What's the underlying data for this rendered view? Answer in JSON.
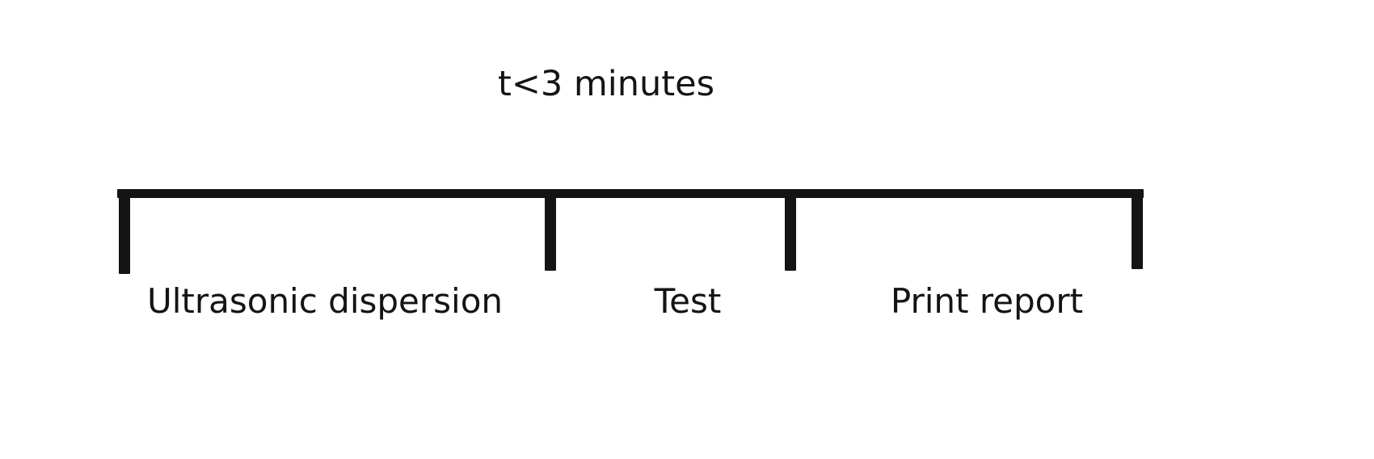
{
  "annotation": {
    "text": "t<3 minutes"
  },
  "timeline": {
    "ticks": 4,
    "segments": [
      {
        "label": "Ultrasonic dispersion"
      },
      {
        "label": "Test"
      },
      {
        "label": "Print report"
      }
    ]
  },
  "colors": {
    "ink": "#141414",
    "background": "#ffffff"
  }
}
